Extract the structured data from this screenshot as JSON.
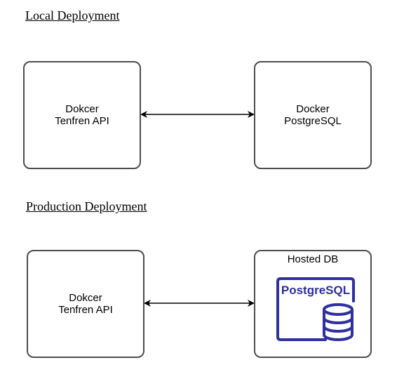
{
  "local": {
    "title": "Local Deployment",
    "api_box": {
      "line1": "Dokcer",
      "line2": "Tenfren API"
    },
    "db_box": {
      "line1": "Docker",
      "line2": "PostgreSQL"
    }
  },
  "production": {
    "title": "Production Deployment",
    "api_box": {
      "line1": "Dokcer",
      "line2": "Tenfren API"
    },
    "db_box": {
      "title": "Hosted DB",
      "logo_text": "PostgreSQL",
      "logo_color": "#2f2f9f"
    }
  },
  "connectors": [
    {
      "from": "local-api",
      "to": "local-db",
      "style": "bidirectional-arrow"
    },
    {
      "from": "prod-api",
      "to": "prod-db",
      "style": "bidirectional-arrow"
    }
  ]
}
